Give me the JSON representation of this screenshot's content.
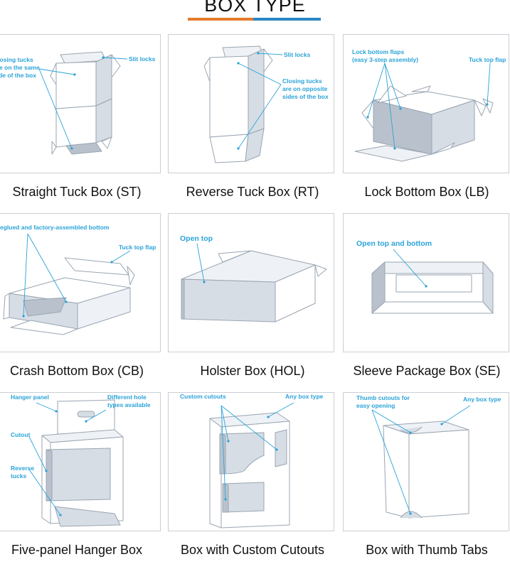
{
  "page": {
    "title": "BOX TYPE"
  },
  "boxes": [
    {
      "caption": "Straight Tuck Box (ST)",
      "notes": [
        "Closing tucks",
        "are on the same",
        "side of the box",
        "Slit locks"
      ]
    },
    {
      "caption": "Reverse Tuck Box (RT)",
      "notes": [
        "Slit locks",
        "Closing tucks",
        "are on opposite",
        "sides of the box"
      ]
    },
    {
      "caption": "Lock Bottom Box (LB)",
      "notes": [
        "Lock bottom flaps",
        "(easy 3-step assembly)",
        "Tuck top flap"
      ]
    },
    {
      "caption": "Crash Bottom Box (CB)",
      "notes": [
        "Preglued and factory-assembled bottom",
        "Tuck top flap"
      ]
    },
    {
      "caption": "Holster Box (HOL)",
      "notes": [
        "Open top"
      ]
    },
    {
      "caption": "Sleeve Package Box (SE)",
      "notes": [
        "Open top and bottom"
      ]
    },
    {
      "caption": "Five-panel Hanger Box",
      "notes": [
        "Hanger panel",
        "Different hole",
        "types available",
        "Cutout",
        "Reverse",
        "tucks"
      ]
    },
    {
      "caption": "Box with Custom Cutouts",
      "notes": [
        "Custom cutouts",
        "Any box type"
      ]
    },
    {
      "caption": "Box with Thumb Tabs",
      "notes": [
        "Thumb cutouts for",
        "easy opening",
        "Any box type"
      ]
    }
  ]
}
